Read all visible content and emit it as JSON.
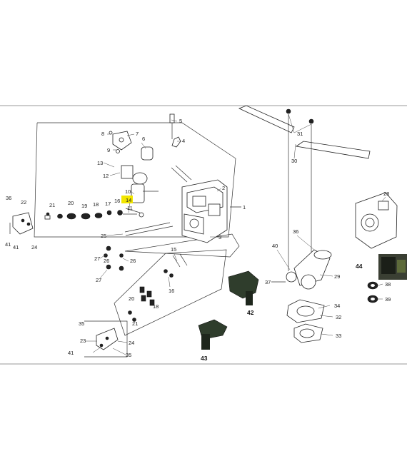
{
  "diagram": {
    "callouts": {
      "c1": "1",
      "c2": "2",
      "c3": "3",
      "c4": "4",
      "c5": "5",
      "c6": "6",
      "c7": "7",
      "c8": "8",
      "c9": "9",
      "c10": "10",
      "c11": "11",
      "c12": "12",
      "c13": "13",
      "c14": "14",
      "c15": "15",
      "c16a": "16",
      "c16b": "16",
      "c17": "17",
      "c18a": "18",
      "c18b": "18",
      "c19": "19",
      "c20a": "20",
      "c20b": "20",
      "c21a": "21",
      "c21b": "21",
      "c22": "22",
      "c23": "23",
      "c24a": "24",
      "c24b": "24",
      "c25": "25",
      "c26a": "26",
      "c26b": "26",
      "c27a": "27",
      "c27b": "27",
      "c28": "28",
      "c29": "29",
      "c30": "30",
      "c31": "31",
      "c32": "32",
      "c33": "33",
      "c34": "34",
      "c35a": "35",
      "c35b": "35",
      "c36a": "36",
      "c36b": "36",
      "c37": "37",
      "c38": "38",
      "c39": "39",
      "c40": "40",
      "c41a": "41",
      "c41b": "41",
      "c41c": "41",
      "c42": "42",
      "c43": "43",
      "c44": "44"
    },
    "highlight_color": "#f2e600"
  }
}
